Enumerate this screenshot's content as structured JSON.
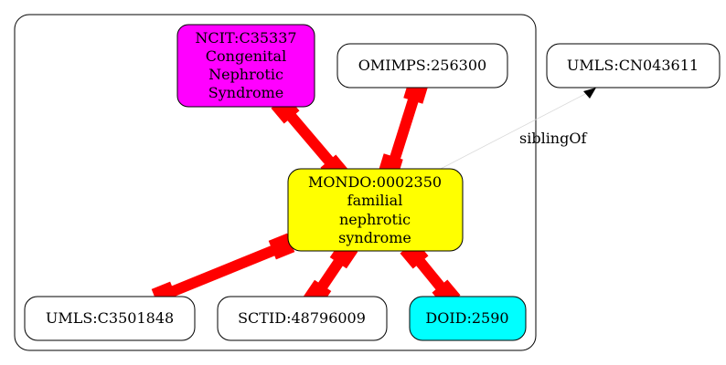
{
  "colors": {
    "edge_red": "#ff0000",
    "center_fill": "#ffff00",
    "ncit_fill": "#ff00ff",
    "doid_fill": "#00ffff",
    "plain_fill": "#ffffff",
    "outline": "#000000",
    "thin_edge": "#d9d9d9"
  },
  "nodes": {
    "ncit": [
      "NCIT:C35337",
      "Congenital",
      "Nephrotic",
      "Syndrome"
    ],
    "omimps": [
      "OMIMPS:256300"
    ],
    "umls_cn": [
      "UMLS:CN043611"
    ],
    "mondo": [
      "MONDO:0002350",
      "familial",
      "nephrotic",
      "syndrome"
    ],
    "umls_c": [
      "UMLS:C3501848"
    ],
    "sctid": [
      "SCTID:48796009"
    ],
    "doid": [
      "DOID:2590"
    ]
  },
  "edges": {
    "sibling_label": "siblingOf"
  }
}
